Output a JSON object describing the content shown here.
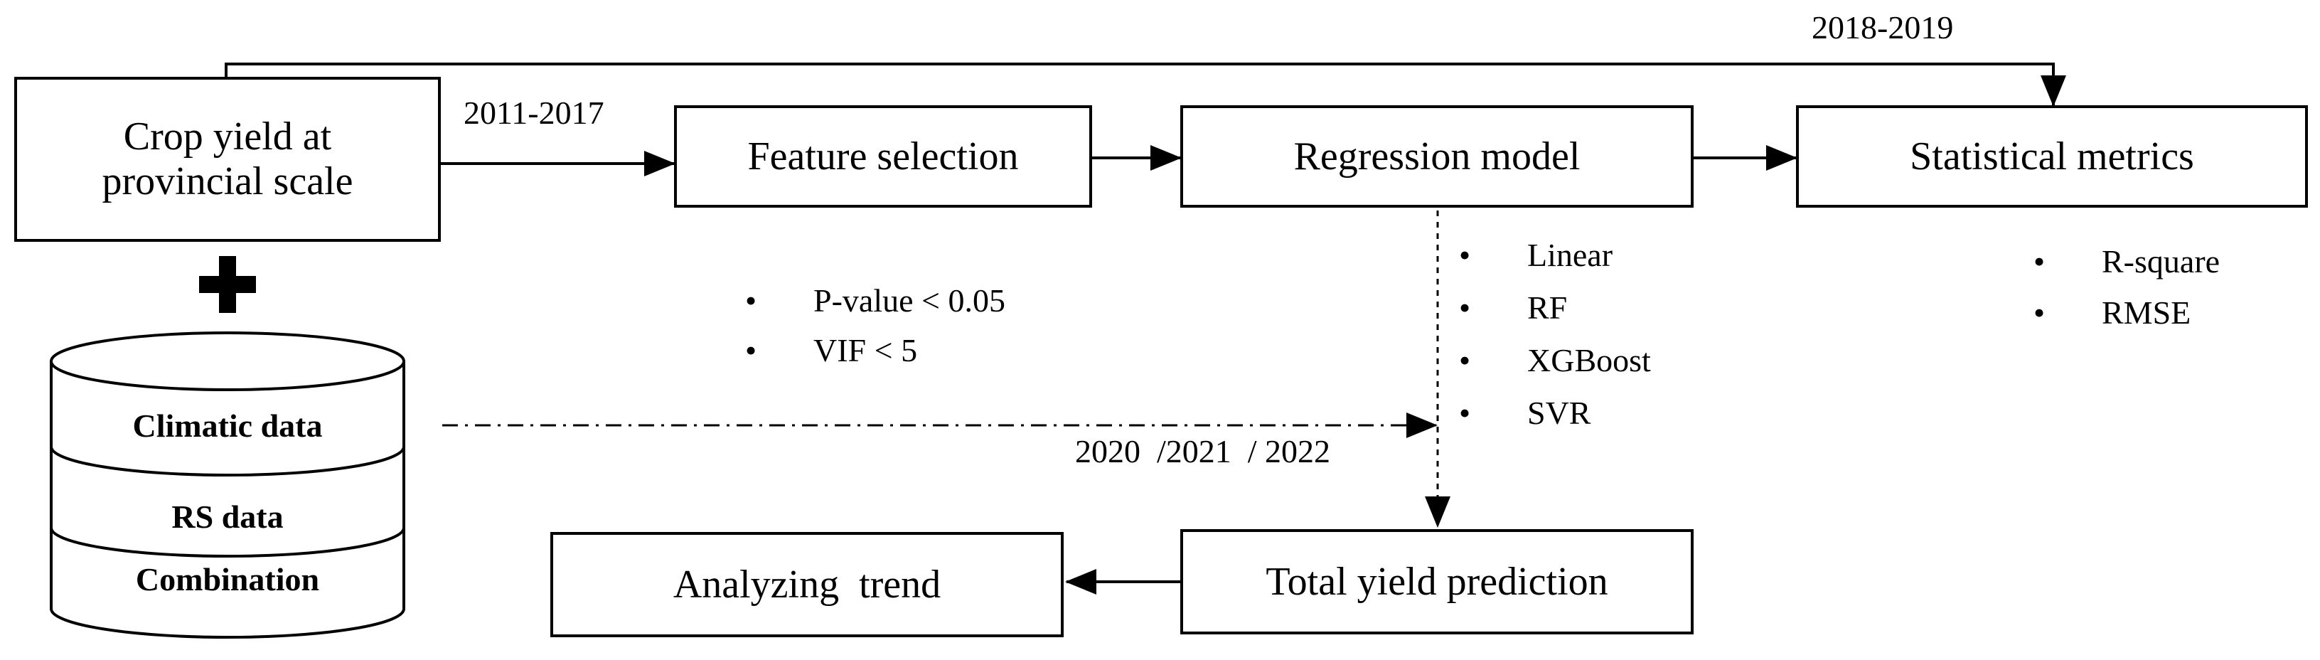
{
  "nodes": {
    "crop_yield": "Crop yield at provincial scale",
    "feature_selection": "Feature selection",
    "regression_model": "Regression model",
    "statistical_metrics": "Statistical metrics",
    "total_yield_prediction": "Total yield prediction",
    "analyzing_trend": "Analyzing  trend"
  },
  "period_labels": {
    "train": "2011-2017",
    "validate": "2018-2019",
    "predict": "2020  /2021  / 2022"
  },
  "data_sources": [
    "Climatic data",
    "RS data",
    "Combination"
  ],
  "feature_criteria": [
    "P-value < 0.05",
    "VIF < 5"
  ],
  "regression_methods": [
    "Linear",
    "RF",
    "XGBoost",
    "SVR"
  ],
  "metrics": [
    "R-square",
    "RMSE"
  ]
}
